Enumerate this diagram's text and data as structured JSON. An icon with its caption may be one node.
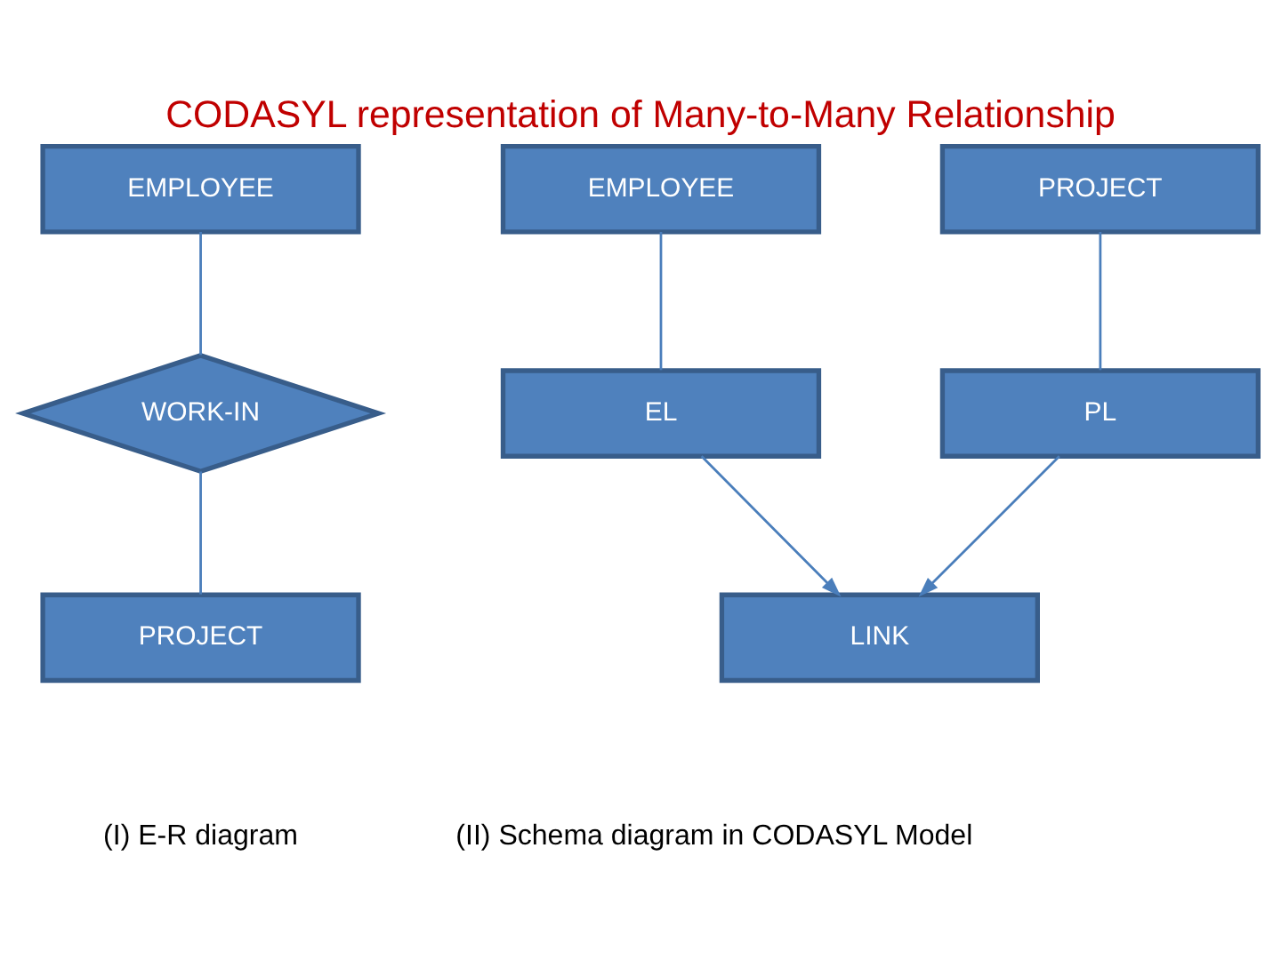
{
  "diagram": {
    "title": "CODASYL representation of Many-to-Many Relationship",
    "nodes": [
      {
        "text": [
          "EMPLOYEE"
        ]
      },
      {
        "text": [
          "WORK-IN"
        ]
      },
      {
        "text": [
          "PROJECT"
        ]
      },
      {
        "text": [
          "EMPLOYEE"
        ]
      },
      {
        "text": [
          "PROJECT"
        ]
      },
      {
        "text": [
          "EL"
        ]
      },
      {
        "text": [
          "PL"
        ]
      },
      {
        "text": [
          "LINK"
        ]
      }
    ],
    "edges": [
      {
        "from": 0,
        "to": 1,
        "arrow": "none"
      },
      {
        "from": 1,
        "to": 2,
        "arrow": "none"
      },
      {
        "from": 3,
        "to": 5,
        "arrow": "none"
      },
      {
        "from": 4,
        "to": 6,
        "arrow": "none"
      },
      {
        "from": 5,
        "to": 7,
        "arrow": "to"
      },
      {
        "from": 6,
        "to": 7,
        "arrow": "to"
      }
    ],
    "labels": [
      "(I) E-R diagram",
      "(II) Schema diagram in CODASYL Model"
    ]
  }
}
